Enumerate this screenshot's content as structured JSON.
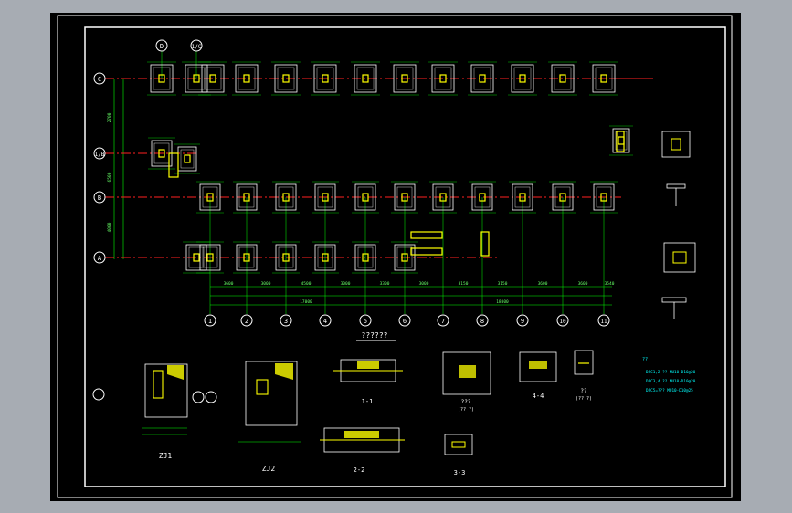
{
  "plan": {
    "row_axes": [
      "C",
      "1/B",
      "B",
      "A"
    ],
    "col_axes": [
      "1",
      "2",
      "3",
      "4",
      "5",
      "6",
      "7",
      "8",
      "9",
      "10",
      "11"
    ],
    "top_bubbles": [
      "D",
      "1/C"
    ],
    "spacing_labels": [
      "3600",
      "3000",
      "4500",
      "3000",
      "3300",
      "3000",
      "3150",
      "3150",
      "3600",
      "3600",
      "3540"
    ],
    "total_label": "17000",
    "total_label_2": "18000",
    "row_spacing_labels": [
      "2700",
      "6500",
      "4000"
    ],
    "title": "??????"
  },
  "sections": {
    "zj1": "ZJ1",
    "zj2": "ZJ2",
    "s11": "1-1",
    "s22": "2-2",
    "s33": "3-3",
    "s44": "4-4",
    "detail_a": "???",
    "detail_a_sub": "(?? ?)",
    "detail_b": "??",
    "detail_b_sub": "(?? ?)"
  },
  "notes": {
    "head": "??:",
    "lines": [
      "DJC1,2 ?? MU10-D10@20",
      "DJC3,4 ?? MU10-D10@20",
      "DJC5=??? MU10-D10@25"
    ]
  },
  "colors": {
    "grid": "#ff0000",
    "dim": "#00ff00",
    "outline": "#ffffff",
    "fill": "#ffff00",
    "bubble": "#ffffff"
  }
}
